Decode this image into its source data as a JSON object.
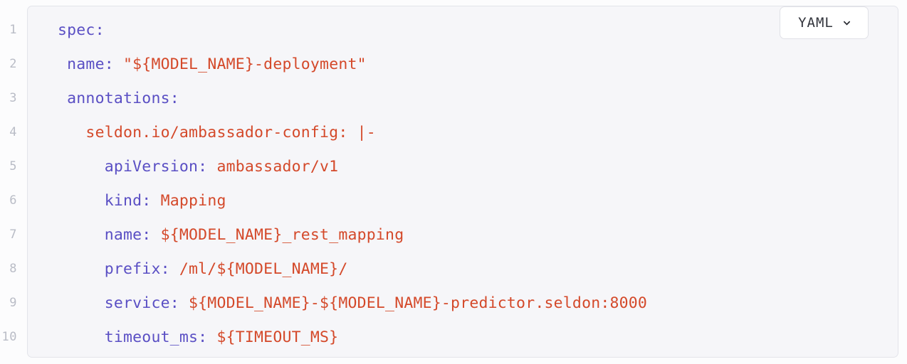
{
  "code_block": {
    "language_badge": {
      "label": "YAML",
      "icon": "chevron-down-icon"
    },
    "theme": {
      "card_background": "#f6f6f9",
      "page_background": "#fcfcfd",
      "border": "#e3e4ea",
      "line_number": "#b9bcc6",
      "key_color": "#5a4fc4",
      "value_color": "#d4492a"
    },
    "line_numbers": [
      "1",
      "2",
      "3",
      "4",
      "5",
      "6",
      "7",
      "8",
      "9",
      "10"
    ],
    "lines": [
      {
        "number": "1",
        "text": "spec:",
        "tokens": [
          {
            "t": "spec:",
            "c": "key"
          }
        ]
      },
      {
        "number": "2",
        "text": " name: \"${MODEL_NAME}-deployment\"",
        "tokens": [
          {
            "t": " name:",
            "c": "key"
          },
          {
            "t": " \"${MODEL_NAME}-deployment\"",
            "c": "val"
          }
        ]
      },
      {
        "number": "3",
        "text": " annotations:",
        "tokens": [
          {
            "t": " annotations:",
            "c": "key"
          }
        ]
      },
      {
        "number": "4",
        "text": "   seldon.io/ambassador-config: |-",
        "tokens": [
          {
            "t": "   seldon.io/ambassador-config: |-",
            "c": "val"
          }
        ]
      },
      {
        "number": "5",
        "text": "     apiVersion: ambassador/v1",
        "tokens": [
          {
            "t": "     apiVersion:",
            "c": "key"
          },
          {
            "t": " ambassador/v1",
            "c": "val"
          }
        ]
      },
      {
        "number": "6",
        "text": "     kind: Mapping",
        "tokens": [
          {
            "t": "     kind:",
            "c": "key"
          },
          {
            "t": " Mapping",
            "c": "val"
          }
        ]
      },
      {
        "number": "7",
        "text": "     name: ${MODEL_NAME}_rest_mapping",
        "tokens": [
          {
            "t": "     name:",
            "c": "key"
          },
          {
            "t": " ${MODEL_NAME}_rest_mapping",
            "c": "val"
          }
        ]
      },
      {
        "number": "8",
        "text": "     prefix: /ml/${MODEL_NAME}/",
        "tokens": [
          {
            "t": "     prefix:",
            "c": "key"
          },
          {
            "t": " /ml/${MODEL_NAME}/",
            "c": "val"
          }
        ]
      },
      {
        "number": "9",
        "text": "     service: ${MODEL_NAME}-${MODEL_NAME}-predictor.seldon:8000",
        "tokens": [
          {
            "t": "     service:",
            "c": "key"
          },
          {
            "t": " ${MODEL_NAME}-${MODEL_NAME}-predictor.seldon:8000",
            "c": "val"
          }
        ]
      },
      {
        "number": "10",
        "text": "     timeout_ms: ${TIMEOUT_MS}",
        "tokens": [
          {
            "t": "     timeout_ms:",
            "c": "key"
          },
          {
            "t": " ${TIMEOUT_MS}",
            "c": "val"
          }
        ]
      }
    ]
  }
}
